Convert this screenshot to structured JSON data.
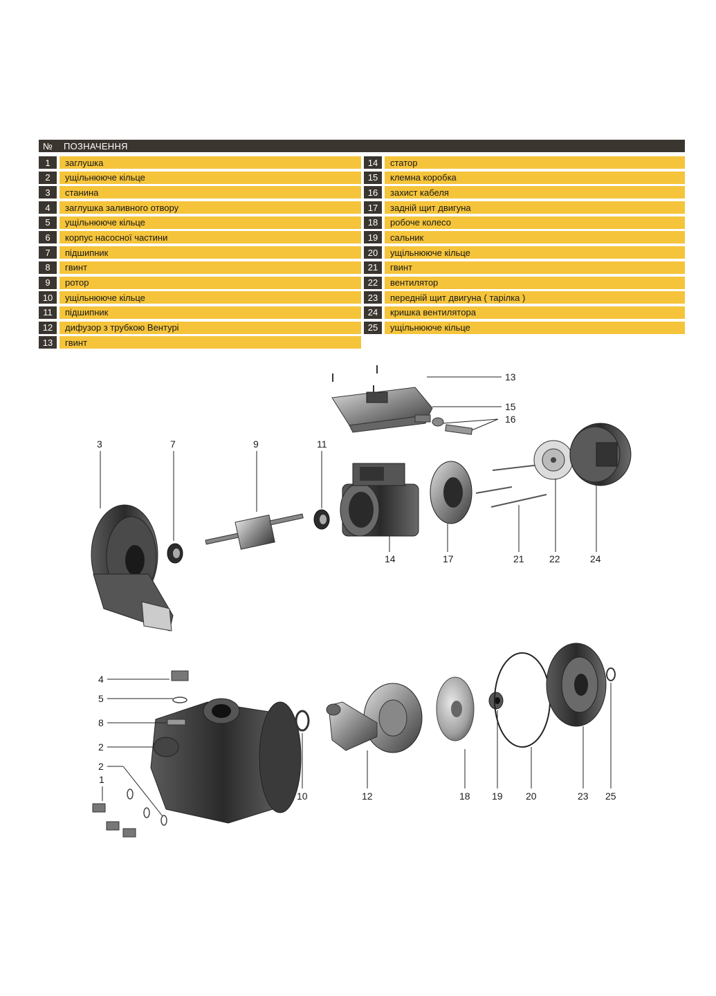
{
  "table": {
    "header": {
      "number": "№",
      "label": "ПОЗНАЧЕННЯ"
    },
    "left": [
      {
        "n": "1",
        "label": "заглушка"
      },
      {
        "n": "2",
        "label": "ущільнююче кільце"
      },
      {
        "n": "3",
        "label": "станина"
      },
      {
        "n": "4",
        "label": "заглушка заливного отвору"
      },
      {
        "n": "5",
        "label": "ущільнююче кільце"
      },
      {
        "n": "6",
        "label": "корпус насосної частини"
      },
      {
        "n": "7",
        "label": "підшипник"
      },
      {
        "n": "8",
        "label": "гвинт"
      },
      {
        "n": "9",
        "label": "ротор"
      },
      {
        "n": "10",
        "label": "ущільнююче кільце"
      },
      {
        "n": "11",
        "label": "підшипник"
      },
      {
        "n": "12",
        "label": "дифузор з трубкою Вентурі"
      },
      {
        "n": "13",
        "label": "гвинт"
      }
    ],
    "right": [
      {
        "n": "14",
        "label": "статор"
      },
      {
        "n": "15",
        "label": "клемна коробка"
      },
      {
        "n": "16",
        "label": "захист кабеля"
      },
      {
        "n": "17",
        "label": "задній щит двигуна"
      },
      {
        "n": "18",
        "label": "робоче колесо"
      },
      {
        "n": "19",
        "label": "сальник"
      },
      {
        "n": "20",
        "label": "ущільнююче кільце"
      },
      {
        "n": "21",
        "label": "гвинт"
      },
      {
        "n": "22",
        "label": "вентилятор"
      },
      {
        "n": "23",
        "label": "передній щит двигуна ( тарілка )"
      },
      {
        "n": "24",
        "label": "кришка вентилятора"
      },
      {
        "n": "25",
        "label": "ущільнююче кільце"
      }
    ]
  },
  "callouts": {
    "c1": "1",
    "c2a": "2",
    "c2b": "2",
    "c3": "3",
    "c4": "4",
    "c5": "5",
    "c7": "7",
    "c8": "8",
    "c9": "9",
    "c10": "10",
    "c11": "11",
    "c12": "12",
    "c13": "13",
    "c14": "14",
    "c15": "15",
    "c16": "16",
    "c17": "17",
    "c18": "18",
    "c19": "19",
    "c20": "20",
    "c21": "21",
    "c22": "22",
    "c23": "23",
    "c24": "24",
    "c25": "25"
  },
  "colors": {
    "accent": "#f5c43b",
    "dark": "#3b3530"
  }
}
